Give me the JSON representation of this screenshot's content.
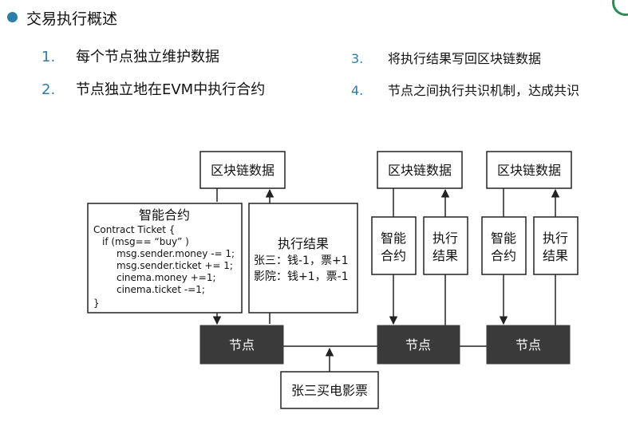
{
  "header": {
    "title": "交易执行概述",
    "items": [
      {
        "num": "1.",
        "text": "每个节点独立维护数据"
      },
      {
        "num": "2.",
        "text": "节点独立地在EVM中执行合约"
      },
      {
        "num": "3.",
        "text": "将执行结果写回区块链数据"
      },
      {
        "num": "4.",
        "text": "节点之间执行共识机制，达成共识"
      }
    ]
  },
  "diagram": {
    "blockchain_label": "区块链数据",
    "node_label": "节点",
    "contract_label": "智能合约",
    "contract_short": [
      "智能",
      "合约"
    ],
    "result_label": "执行结果",
    "result_short": [
      "执行",
      "结果"
    ],
    "contract_code": [
      "Contract Ticket {",
      "if (msg== “buy” )",
      "msg.sender.money -= 1;",
      "msg.sender.ticket += 1;",
      "cinema.money +=1;",
      "cinema.ticket -=1;",
      "}"
    ],
    "result_lines": [
      "张三：钱-1，票+1",
      "影院：钱+1，票-1"
    ],
    "transaction_label": "张三买电影票"
  }
}
